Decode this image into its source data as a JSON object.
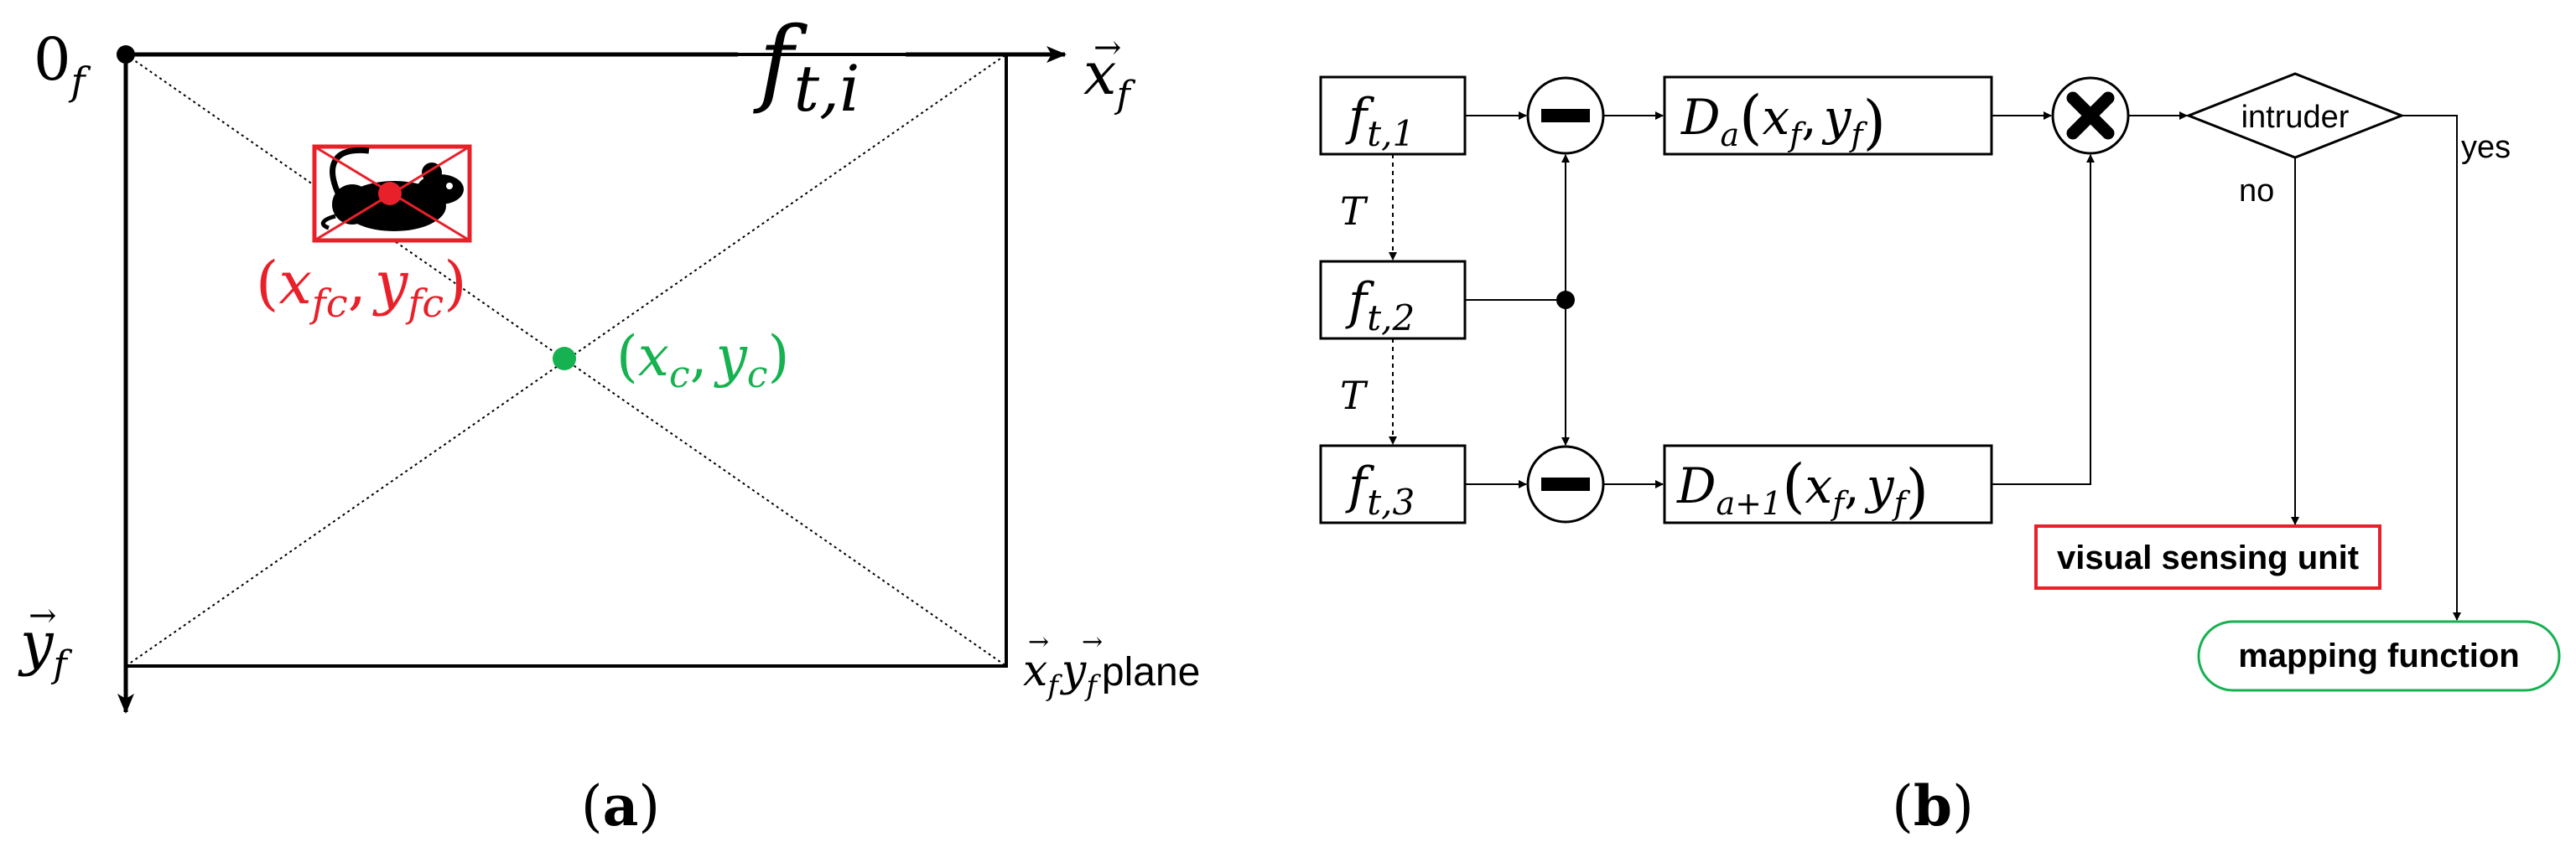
{
  "colors": {
    "red": "#e8202a",
    "green": "#16b150",
    "black": "#000000"
  },
  "panel_a": {
    "label_open": "(",
    "label_letter": "a",
    "label_close": ")",
    "origin": {
      "base": "0",
      "sub": "f"
    },
    "frame_title": {
      "base": "f",
      "sub": "t,i"
    },
    "x_axis": {
      "arrow": "→",
      "base": "x",
      "sub": "f"
    },
    "y_axis": {
      "arrow": "→",
      "base": "y",
      "sub": "f"
    },
    "plane": {
      "x_base": "x",
      "x_sub": "f",
      "y_base": "y",
      "y_sub": "f",
      "word": "plane"
    },
    "intruder_point": {
      "open": "(",
      "x": "x",
      "x_sub": "fc",
      "comma": ",",
      "y": "y",
      "y_sub": "fc",
      "close": ")"
    },
    "center_point": {
      "open": "(",
      "x": "x",
      "x_sub": "c",
      "comma": ",",
      "y": "y",
      "y_sub": "c",
      "close": ")"
    },
    "mouse_icon": "mouse-icon"
  },
  "panel_b": {
    "label_open": "(",
    "label_letter": "b",
    "label_close": ")",
    "frames": [
      {
        "base": "f",
        "sub": "t,1"
      },
      {
        "base": "f",
        "sub": "t,2"
      },
      {
        "base": "f",
        "sub": "t,3"
      }
    ],
    "interval_1": "T",
    "interval_2": "T",
    "diff_1": {
      "base": "D",
      "sub": "a",
      "open": "(",
      "x": "x",
      "x_sub": "f",
      "comma": ",",
      "y": "y",
      "y_sub": "f",
      "close": ")"
    },
    "diff_2": {
      "base": "D",
      "sub": "a+1",
      "open": "(",
      "x": "x",
      "x_sub": "f",
      "comma": ",",
      "y": "y",
      "y_sub": "f",
      "close": ")"
    },
    "decision": "intruder",
    "yes_label": "yes",
    "no_label": "no",
    "visual_unit": "visual sensing unit",
    "mapping": "mapping function"
  }
}
